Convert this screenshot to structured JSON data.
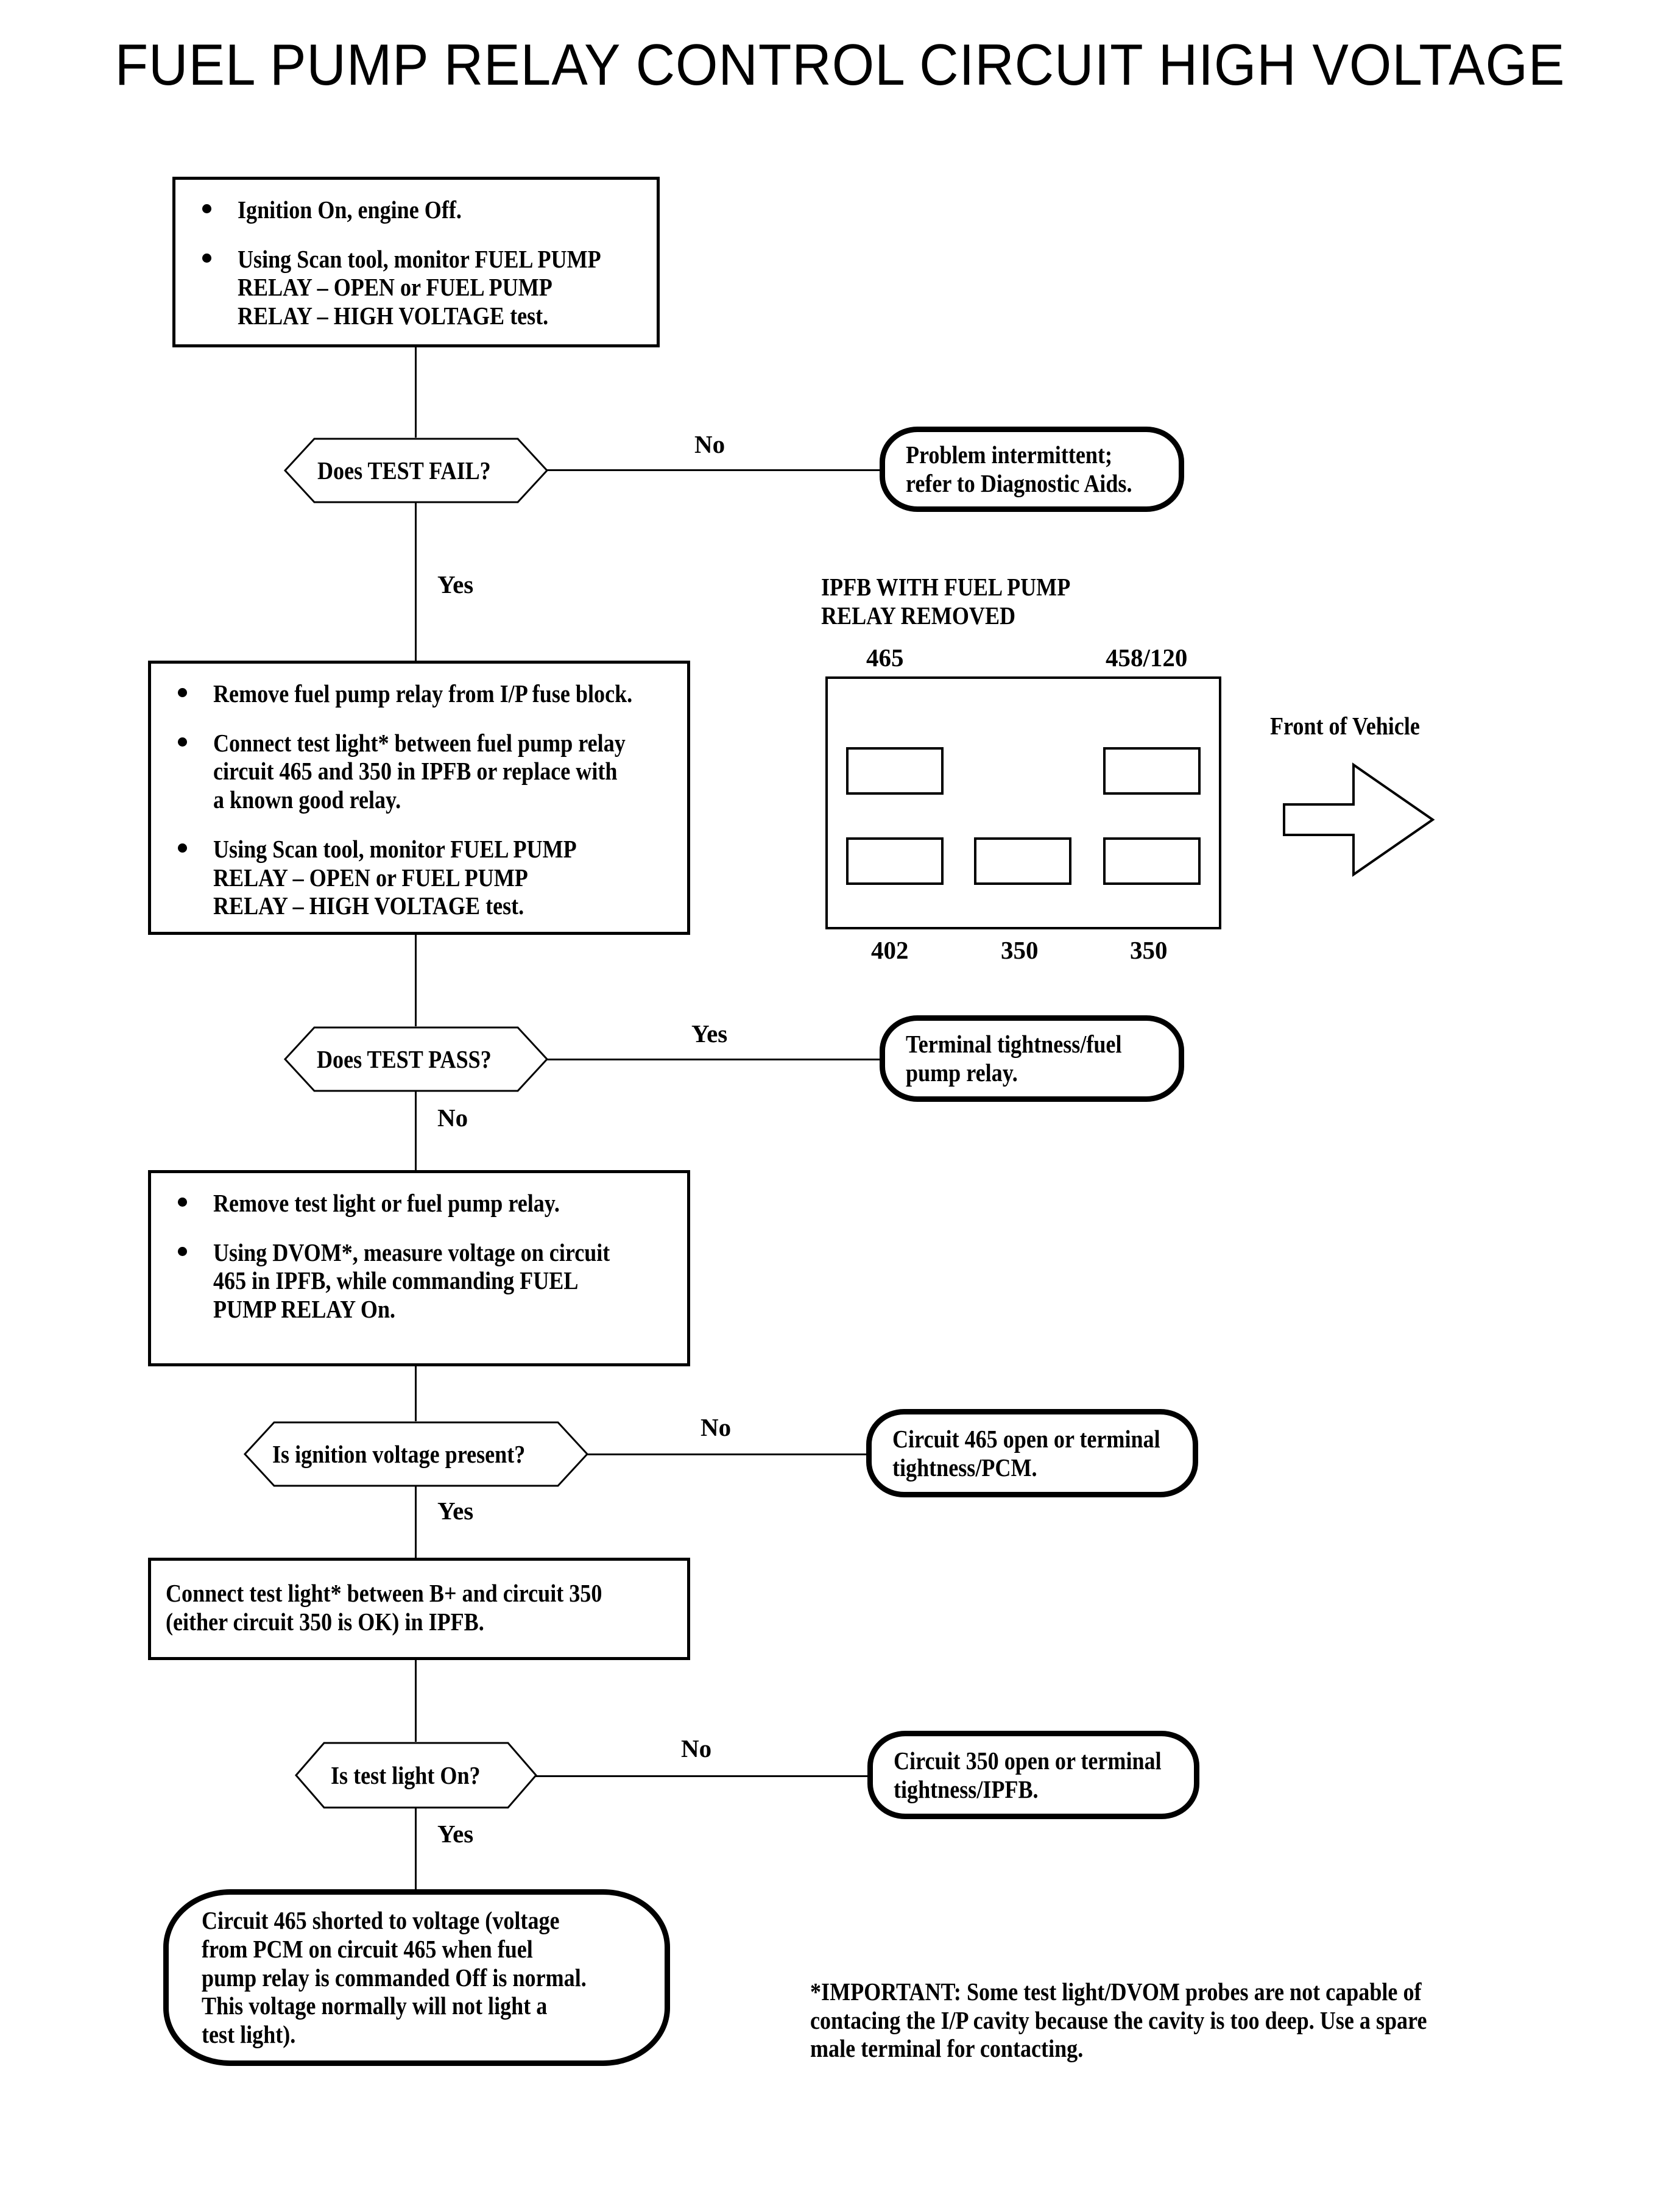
{
  "page": {
    "title": "FUEL PUMP RELAY CONTROL CIRCUIT HIGH VOLTAGE"
  },
  "steps": {
    "step1": {
      "bullets": [
        {
          "lines": [
            "Ignition On, engine Off."
          ]
        },
        {
          "lines": [
            "Using Scan tool, monitor FUEL PUMP",
            "RELAY – OPEN or FUEL PUMP",
            "RELAY – HIGH VOLTAGE test."
          ]
        }
      ]
    },
    "step2": {
      "bullets": [
        {
          "lines": [
            "Remove fuel pump relay from I/P fuse block."
          ]
        },
        {
          "lines": [
            "Connect test light* between fuel pump relay",
            "circuit 465 and 350 in IPFB or replace with",
            "a known good relay."
          ]
        },
        {
          "lines": [
            "Using Scan tool, monitor FUEL PUMP",
            "RELAY – OPEN or FUEL PUMP",
            "RELAY – HIGH VOLTAGE test."
          ]
        }
      ]
    },
    "step3": {
      "bullets": [
        {
          "lines": [
            "Remove test light or fuel pump relay."
          ]
        },
        {
          "lines": [
            "Using DVOM*, measure voltage on circuit",
            "465 in IPFB, while commanding FUEL",
            "PUMP RELAY On."
          ]
        }
      ]
    },
    "step4": {
      "lines": [
        "Connect test light* between B+ and circuit 350",
        "(either circuit 350 is OK) in IPFB."
      ]
    }
  },
  "decisions": {
    "d1": {
      "text": "Does TEST FAIL?",
      "branch_right": "No",
      "branch_down": "Yes"
    },
    "d2": {
      "text": "Does TEST PASS?",
      "branch_right": "Yes",
      "branch_down": "No"
    },
    "d3": {
      "text": "Is ignition voltage present?",
      "branch_right": "No",
      "branch_down": "Yes"
    },
    "d4": {
      "text": "Is test light On?",
      "branch_right": "No",
      "branch_down": "Yes"
    }
  },
  "terminals": {
    "t1": {
      "lines": [
        "Problem intermittent;",
        "refer to Diagnostic Aids."
      ]
    },
    "t2": {
      "lines": [
        "Terminal tightness/fuel",
        "pump relay."
      ]
    },
    "t3": {
      "lines": [
        "Circuit 465 open or terminal",
        "tightness/PCM."
      ]
    },
    "t4": {
      "lines": [
        "Circuit 350 open or terminal",
        "tightness/IPFB."
      ]
    },
    "t5": {
      "lines": [
        "Circuit 465 shorted to voltage (voltage",
        "from PCM on circuit 465 when fuel",
        "pump relay is commanded Off is normal.",
        "This voltage normally will not light a",
        "test light)."
      ]
    }
  },
  "ipfb": {
    "heading": [
      "IPFB WITH FUEL PUMP",
      "RELAY REMOVED"
    ],
    "top_labels": [
      "465",
      "458/120"
    ],
    "bottom_labels": [
      "402",
      "350",
      "350"
    ],
    "arrow_label": "Front of Vehicle"
  },
  "footnote": {
    "lines": [
      "*IMPORTANT:  Some test light/DVOM probes are not capable of",
      "contacing the I/P cavity because the cavity is too deep. Use a spare",
      "male terminal for contacting."
    ]
  },
  "colors": {
    "ink": "#000000",
    "paper": "#ffffff"
  }
}
